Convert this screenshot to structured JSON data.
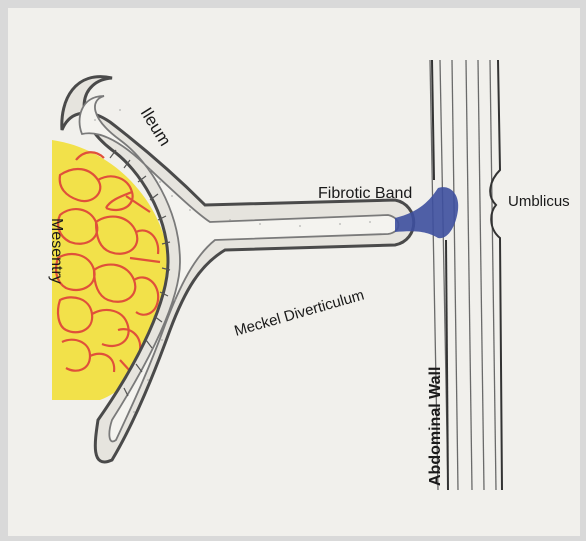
{
  "labels": {
    "ileum": "Ileum",
    "mesentery": "Mesentry",
    "fibrotic_band": "Fibrotic Band",
    "umbilicus": "Umblicus",
    "meckel": "Meckel Diverticulum",
    "abdominal_wall": "Abdominal Wall"
  },
  "colors": {
    "paper": "#f1f0ec",
    "mesentery_fill": "#f2e14a",
    "vessels": "#e0503a",
    "outline": "#4a4a4a",
    "band": "#3d4f9e"
  }
}
